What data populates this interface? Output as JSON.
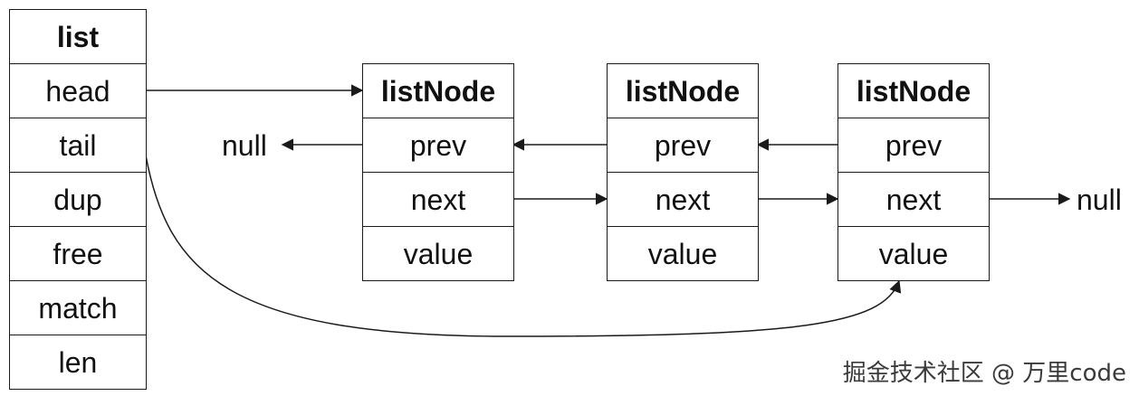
{
  "list_struct": {
    "title": "list",
    "fields": [
      "head",
      "tail",
      "dup",
      "free",
      "match",
      "len"
    ]
  },
  "list_nodes": [
    {
      "title": "listNode",
      "fields": [
        "prev",
        "next",
        "value"
      ]
    },
    {
      "title": "listNode",
      "fields": [
        "prev",
        "next",
        "value"
      ]
    },
    {
      "title": "listNode",
      "fields": [
        "prev",
        "next",
        "value"
      ]
    }
  ],
  "null_labels": {
    "left": "null",
    "right": "null"
  },
  "watermark": "掘金技术社区 @ 万里code",
  "colors": {
    "stroke": "#1a1a1a",
    "text": "#111111",
    "background": "#ffffff"
  }
}
